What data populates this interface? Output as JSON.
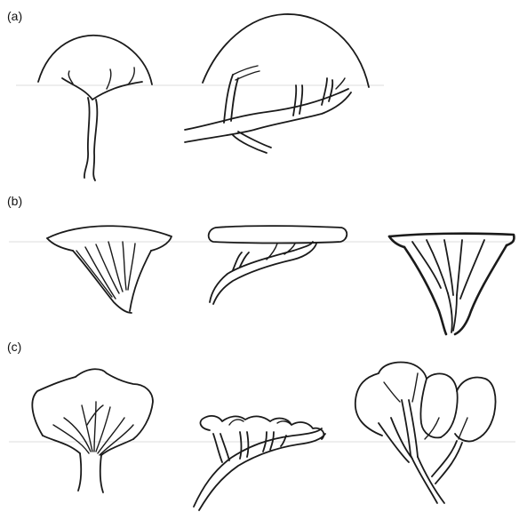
{
  "panels": [
    {
      "label": "(a)"
    },
    {
      "label": "(b)"
    },
    {
      "label": "(c)"
    }
  ],
  "colors": {
    "ink": "#1a1a1a",
    "ground_line": "#dcdcdc",
    "background": "#ffffff"
  }
}
